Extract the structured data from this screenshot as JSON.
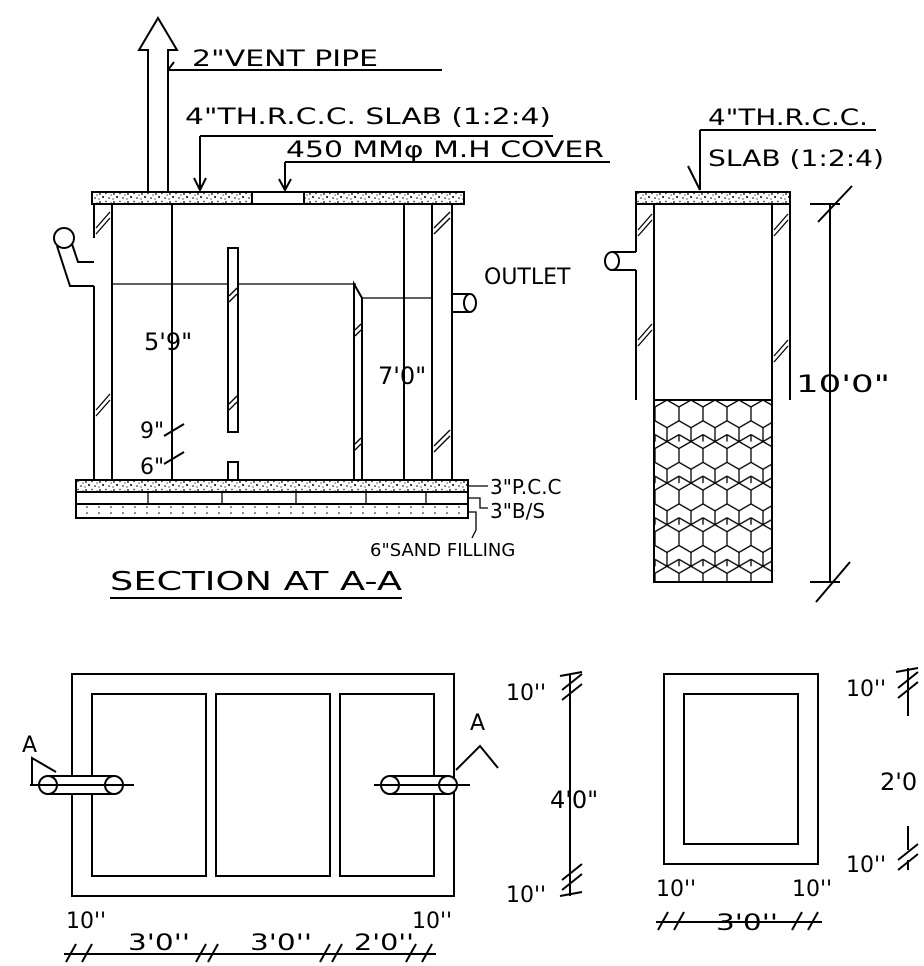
{
  "section_view": {
    "vent_label": "2\"VENT PIPE",
    "slab_label": "4\"TH.R.C.C. SLAB (1:2:4)",
    "cover_label": "450 MMφ M.H COVER",
    "outlet_label": "OUTLET",
    "dim_height_left": "5'9\"",
    "dim_height_right": "7'0\"",
    "dim_9": "9\"",
    "dim_6": "6\"",
    "pcc_label": "3\"P.C.C",
    "bs_label": "3\"B/S",
    "sand_label": "6\"SAND FILLING",
    "title": "SECTION AT A-A"
  },
  "soak_pit_section": {
    "slab_label_line1": "4\"TH.R.C.C.",
    "slab_label_line2": "SLAB (1:2:4)",
    "dim_height": "10'0\""
  },
  "plan_view": {
    "section_marker_left": "A",
    "section_marker_right": "A",
    "dim_top": "10''",
    "dim_middle": "4'0\"",
    "dim_bottom": "10''",
    "dim_wall_left": "10''",
    "dim_wall_right": "10''",
    "dim_chamber_1": "3'0''",
    "dim_chamber_2": "3'0''",
    "dim_chamber_3": "2'0''"
  },
  "soak_pit_plan": {
    "dim_top": "10''",
    "dim_middle": "2'0",
    "dim_bottom": "10''",
    "dim_wall_left": "10''",
    "dim_wall_right": "10''",
    "dim_width": "3'0''"
  }
}
